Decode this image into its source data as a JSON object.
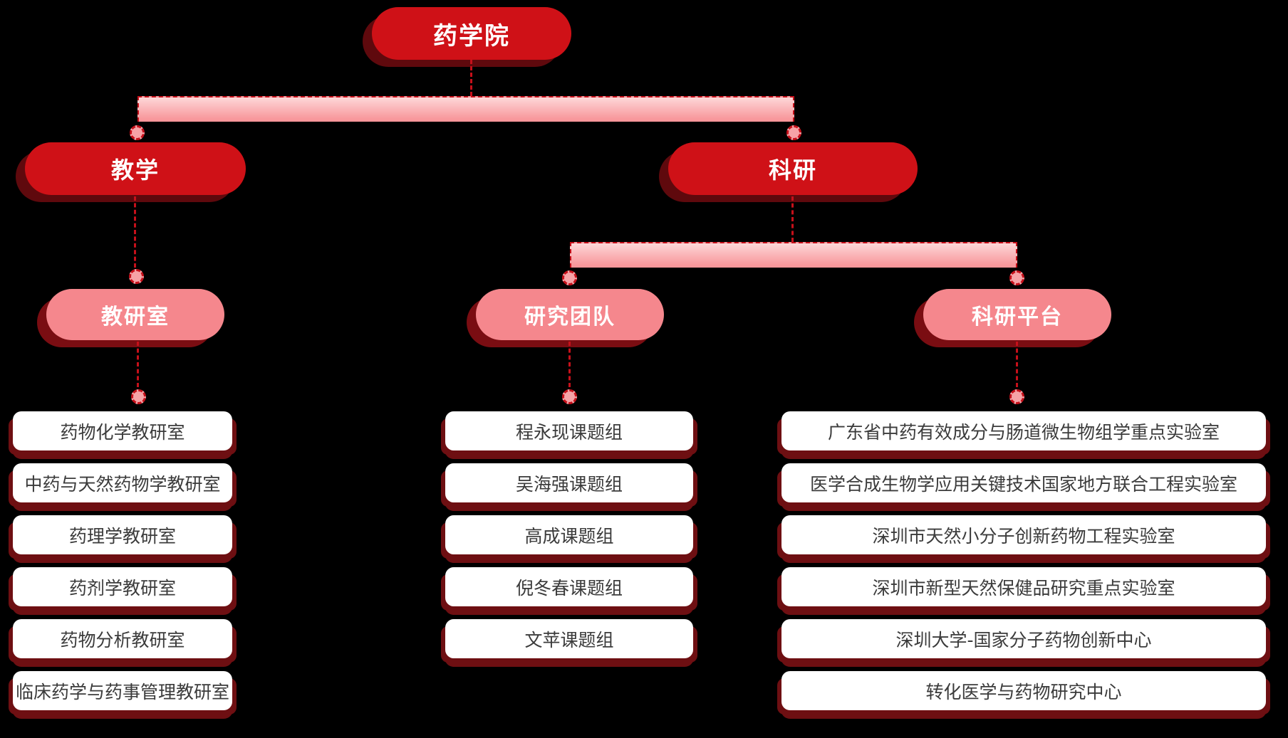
{
  "colors": {
    "background": "#000000",
    "node_red": "#cf1117",
    "node_pink": "#f5878d",
    "bar_pink_top": "#fdd7d8",
    "bar_pink_bottom": "#f89a9e",
    "shadow_maroon": "#6e0f12",
    "connector_red": "#c6101a",
    "leaf_text": "#3b3b3b",
    "node_text": "#ffffff"
  },
  "org": {
    "root": {
      "label": "药学院"
    },
    "branches": [
      {
        "label": "教学",
        "children": [
          {
            "label": "教研室",
            "items": [
              "药物化学教研室",
              "中药与天然药物学教研室",
              "药理学教研室",
              "药剂学教研室",
              "药物分析教研室",
              "临床药学与药事管理教研室"
            ]
          }
        ]
      },
      {
        "label": "科研",
        "children": [
          {
            "label": "研究团队",
            "items": [
              "程永现课题组",
              "吴海强课题组",
              "高成课题组",
              "倪冬春课题组",
              "文苹课题组"
            ]
          },
          {
            "label": "科研平台",
            "items": [
              "广东省中药有效成分与肠道微生物组学重点实验室",
              "医学合成生物学应用关键技术国家地方联合工程实验室",
              "深圳市天然小分子创新药物工程实验室",
              "深圳市新型天然保健品研究重点实验室",
              "深圳大学-国家分子药物创新中心",
              "转化医学与药物研究中心"
            ]
          }
        ]
      }
    ]
  }
}
